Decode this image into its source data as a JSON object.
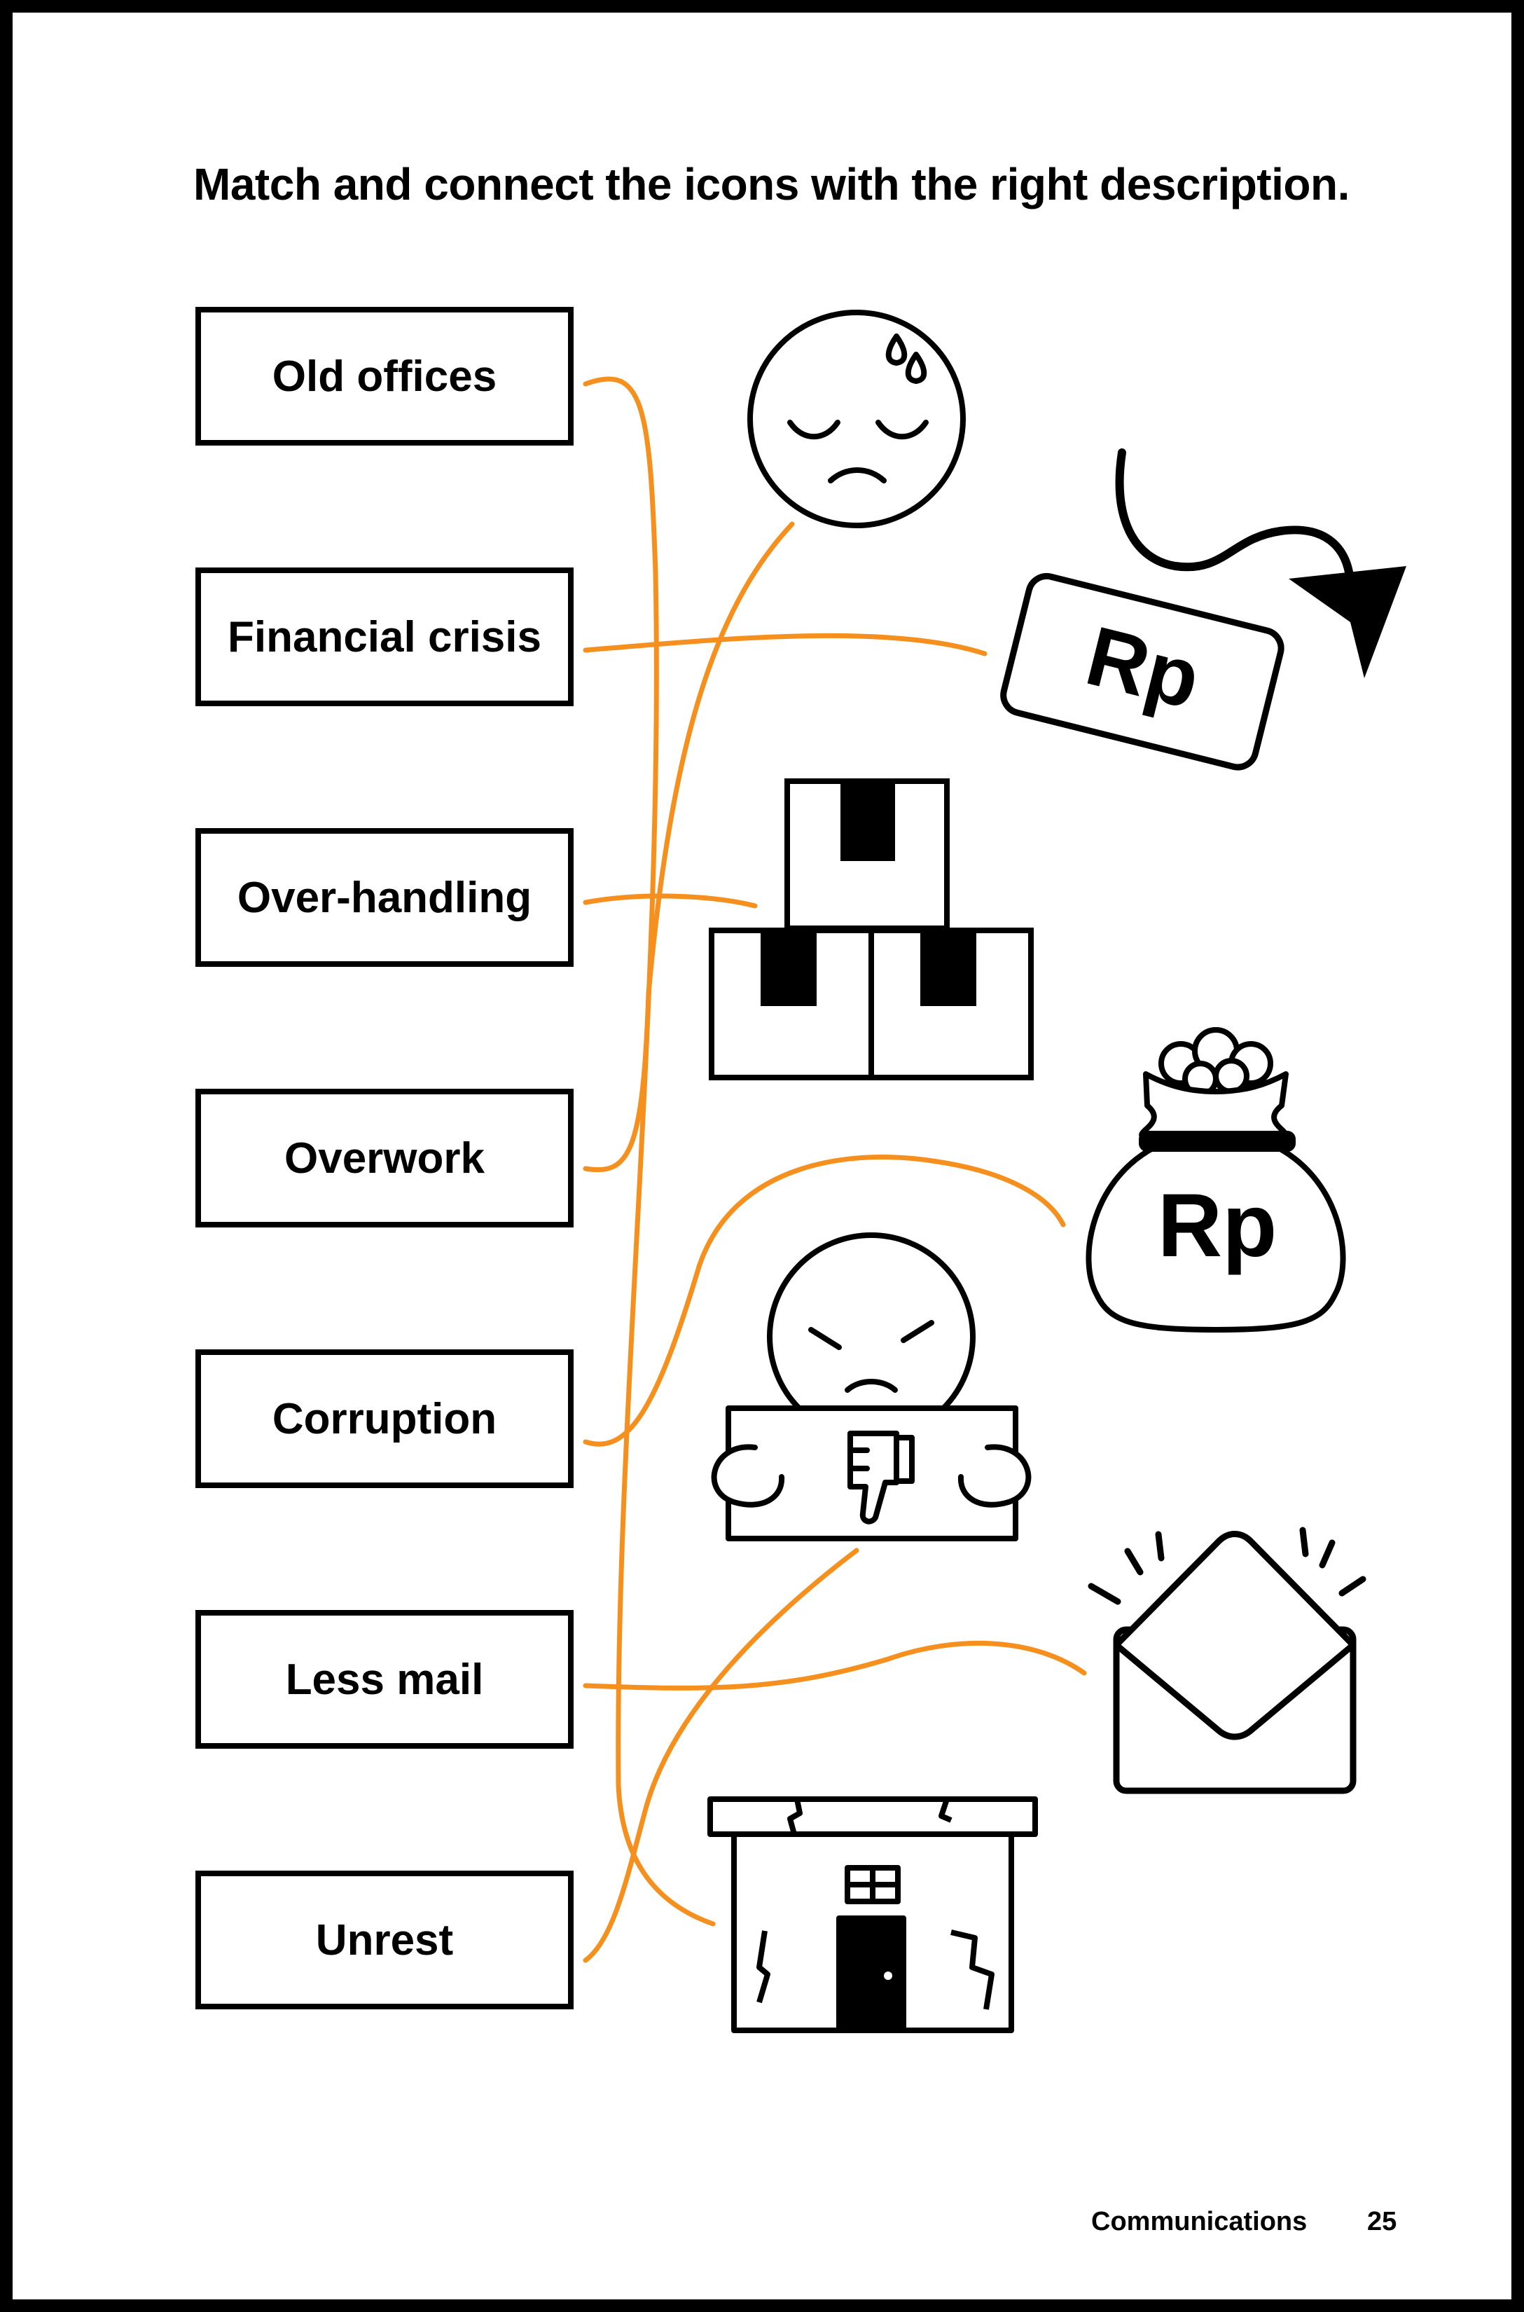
{
  "instruction": "Match and connect the icons with the right description.",
  "labels": [
    "Old offices",
    "Financial crisis",
    "Over-handling",
    "Overwork",
    "Corruption",
    "Less mail",
    "Unrest"
  ],
  "icons": {
    "sweating_face": "sweating-face-icon",
    "currency_drop": "falling-rupiah-icon",
    "boxes": "stacked-boxes-icon",
    "money_bag": "money-bag-icon",
    "protester": "angry-protester-icon",
    "envelope": "open-envelope-icon",
    "building": "cracked-building-icon"
  },
  "currency_symbol": "Rp",
  "footer": {
    "section": "Communications",
    "page": "25"
  },
  "colors": {
    "line": "#F5901E",
    "ink": "#000000",
    "background": "#FFFFFF"
  }
}
